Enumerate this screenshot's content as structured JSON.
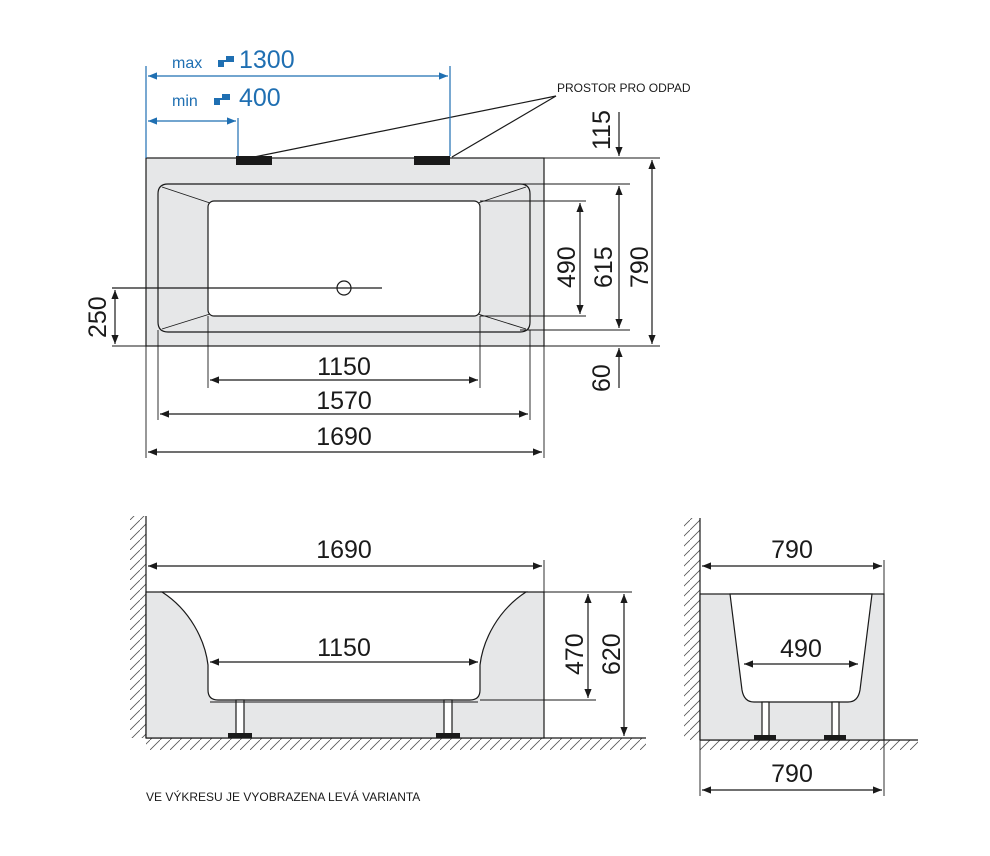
{
  "top_view": {
    "max_label": "max",
    "max_value": "1300",
    "min_label": "min",
    "min_value": "400",
    "drain_space_label": "PROSTOR PRO ODPAD",
    "dim_115": "115",
    "dim_490": "490",
    "dim_615": "615",
    "dim_790": "790",
    "dim_250": "250",
    "dim_60": "60",
    "dim_1150": "1150",
    "dim_1570": "1570",
    "dim_1690": "1690"
  },
  "side_view": {
    "dim_1690": "1690",
    "dim_1150": "1150",
    "dim_470": "470",
    "dim_620": "620"
  },
  "end_view": {
    "dim_790_top": "790",
    "dim_490": "490",
    "dim_790_bottom": "790"
  },
  "note": "VE VÝKRESU JE VYOBRAZENA LEVÁ VARIANTA",
  "colors": {
    "dimension_blue": "#1f6fb2",
    "panel_gray": "#e6e7e8",
    "line": "#1a1a1a"
  }
}
